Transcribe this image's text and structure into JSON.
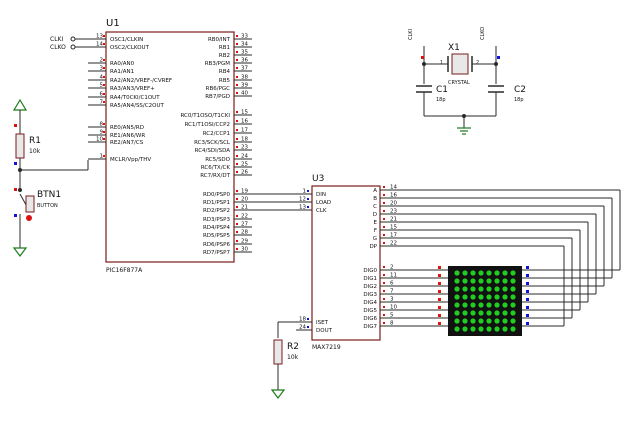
{
  "u1": {
    "ref": "U1",
    "part": "PIC16F877A",
    "left_pins": [
      {
        "num": "13",
        "name": "OSC1/CLKIN"
      },
      {
        "num": "14",
        "name": "OSC2/CLKOUT"
      },
      {
        "num": "2",
        "name": "RA0/AN0"
      },
      {
        "num": "3",
        "name": "RA1/AN1"
      },
      {
        "num": "4",
        "name": "RA2/AN2/VREF-/CVREF"
      },
      {
        "num": "5",
        "name": "RA3/AN3/VREF+"
      },
      {
        "num": "6",
        "name": "RA4/T0CKI/C1OUT"
      },
      {
        "num": "7",
        "name": "RA5/AN4/SS/C2OUT"
      },
      {
        "num": "8",
        "name": "RE0/AN5/RD"
      },
      {
        "num": "9",
        "name": "RE1/AN6/WR"
      },
      {
        "num": "10",
        "name": "RE2/AN7/CS"
      },
      {
        "num": "1",
        "name": "MCLR/Vpp/THV"
      }
    ],
    "right_pins": [
      {
        "num": "33",
        "name": "RB0/INT"
      },
      {
        "num": "34",
        "name": "RB1"
      },
      {
        "num": "35",
        "name": "RB2"
      },
      {
        "num": "36",
        "name": "RB3/PGM"
      },
      {
        "num": "37",
        "name": "RB4"
      },
      {
        "num": "38",
        "name": "RB5"
      },
      {
        "num": "39",
        "name": "RB6/PGC"
      },
      {
        "num": "40",
        "name": "RB7/PGD"
      },
      {
        "num": "15",
        "name": "RC0/T1OSO/T1CKI"
      },
      {
        "num": "16",
        "name": "RC1/T1OSI/CCP2"
      },
      {
        "num": "17",
        "name": "RC2/CCP1"
      },
      {
        "num": "18",
        "name": "RC3/SCK/SCL"
      },
      {
        "num": "23",
        "name": "RC4/SDI/SDA"
      },
      {
        "num": "24",
        "name": "RC5/SDO"
      },
      {
        "num": "25",
        "name": "RC6/TX/CK"
      },
      {
        "num": "26",
        "name": "RC7/RX/DT"
      },
      {
        "num": "19",
        "name": "RD0/PSP0"
      },
      {
        "num": "20",
        "name": "RD1/PSP1"
      },
      {
        "num": "21",
        "name": "RD2/PSP2"
      },
      {
        "num": "22",
        "name": "RD3/PSP3"
      },
      {
        "num": "27",
        "name": "RD4/PSP4"
      },
      {
        "num": "28",
        "name": "RD5/PSP5"
      },
      {
        "num": "29",
        "name": "RD6/PSP6"
      },
      {
        "num": "30",
        "name": "RD7/PSP7"
      }
    ]
  },
  "terminals": {
    "clki": "CLKI",
    "clko": "CLKO"
  },
  "r1": {
    "ref": "R1",
    "value": "10k"
  },
  "btn1": {
    "ref": "BTN1",
    "value": "BUTTON"
  },
  "x1": {
    "ref": "X1",
    "value": "CRYSTAL",
    "pin1": "1",
    "pin2": "2",
    "clki_tag": "CLKI",
    "clko_tag": "CLKO"
  },
  "c1": {
    "ref": "C1",
    "value": "18p"
  },
  "c2": {
    "ref": "C2",
    "value": "18p"
  },
  "u3": {
    "ref": "U3",
    "part": "MAX7219",
    "left_pins": [
      {
        "num": "1",
        "name": "DIN"
      },
      {
        "num": "12",
        "name": "LOAD"
      },
      {
        "num": "13",
        "name": "CLK"
      },
      {
        "num": "18",
        "name": "ISET"
      },
      {
        "num": "24",
        "name": "DOUT"
      }
    ],
    "right_pins": [
      {
        "num": "14",
        "name": "A"
      },
      {
        "num": "16",
        "name": "B"
      },
      {
        "num": "20",
        "name": "C"
      },
      {
        "num": "23",
        "name": "D"
      },
      {
        "num": "21",
        "name": "E"
      },
      {
        "num": "15",
        "name": "F"
      },
      {
        "num": "17",
        "name": "G"
      },
      {
        "num": "22",
        "name": "DP"
      },
      {
        "num": "2",
        "name": "DIG0"
      },
      {
        "num": "11",
        "name": "DIG1"
      },
      {
        "num": "6",
        "name": "DIG2"
      },
      {
        "num": "7",
        "name": "DIG3"
      },
      {
        "num": "3",
        "name": "DIG4"
      },
      {
        "num": "10",
        "name": "DIG5"
      },
      {
        "num": "5",
        "name": "DIG6"
      },
      {
        "num": "8",
        "name": "DIG7"
      }
    ]
  },
  "r2": {
    "ref": "R2",
    "value": "10k"
  },
  "matrix": {
    "rows": 8,
    "cols": 8,
    "led_color": "#22cc22",
    "body_color": "#111111"
  },
  "colors": {
    "wire": "#2a2a2a",
    "body": "#7a1b1b",
    "pin_text": "#1a1a1a",
    "power": "#1a7a1a",
    "red_pin": "#dd1111",
    "blue_pin": "#1111dd",
    "label": "#111111"
  }
}
